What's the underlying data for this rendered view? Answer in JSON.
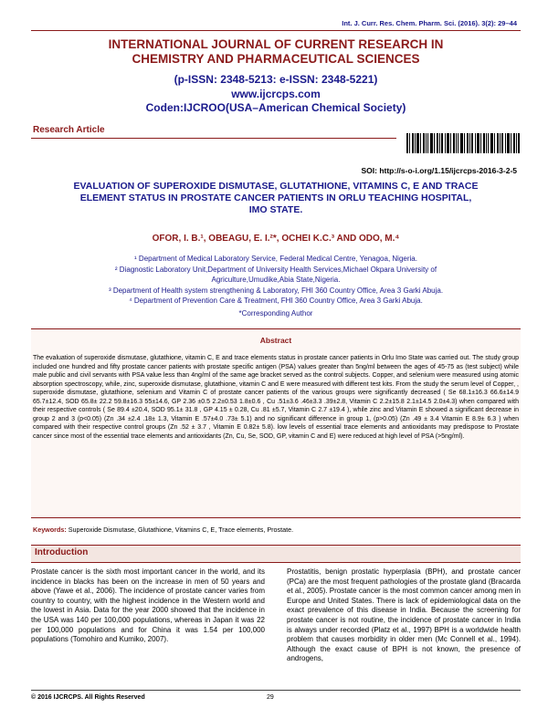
{
  "running_header": "Int. J. Curr. Res. Chem. Pharm. Sci. (2016). 3(2): 29–44",
  "journal": {
    "title_line1": "INTERNATIONAL JOURNAL OF CURRENT RESEARCH IN",
    "title_line2": "CHEMISTRY AND PHARMACEUTICAL SCIENCES",
    "issn": "(p-ISSN: 2348-5213: e-ISSN: 2348-5221)",
    "website": "www.ijcrcps.com",
    "coden": "Coden:IJCROO(USA–American Chemical Society)"
  },
  "section_tag": "Research Article",
  "soi": "SOI: http://s-o-i.org/1.15/ijcrcps-2016-3-2-5",
  "paper_title": {
    "line1": "EVALUATION OF SUPEROXIDE DISMUTASE, GLUTATHIONE, VITAMINS C, E AND TRACE",
    "line2": "ELEMENT STATUS IN PROSTATE CANCER PATIENTS IN ORLU TEACHING HOSPITAL,",
    "line3": "IMO STATE."
  },
  "authors": "OFOR, I. B.¹, OBEAGU, E. I.²*, OCHEI K.C.³ AND ODO, M.⁴",
  "affiliations": [
    "¹ Department of Medical Laboratory Service, Federal Medical Centre, Yenagoa, Nigeria.",
    "² Diagnostic Laboratory Unit,Department of University Health Services,Michael Okpara University of",
    "Agriculture,Umudike,Abia State,Nigeria.",
    "³ Department of Health system strengthening & Laboratory,  FHI 360 Country Office, Area 3 Garki Abuja.",
    "⁴ Department of Prevention Care & Treatment, FHI 360 Country Office, Area 3 Garki Abuja."
  ],
  "corresponding": "*Corresponding Author",
  "abstract": {
    "title": "Abstract",
    "text": "The evaluation of superoxide dismutase, glutathione, vitamin C, E and trace elements status in prostate cancer patients in Orlu Imo State was carried out. The study group included one hundred and fifty prostate cancer patients with prostate specific antigen (PSA) values greater than 5ng/ml between the ages of 45-75 as (test subject) while male public and civil servants with PSA value less than 4ng/ml of the same age bracket served as the control subjects. Copper, and selenium were measured using atomic absorption spectroscopy, while, zinc, superoxide dismutase, glutathione, vitamin C and E were measured with different test kits. From the study the serum level of Copper, , superoxide dismutase, glutathione, selenium  and Vitamin C of prostate cancer patients of the various groups were significantly decreased  ( Se  68.1±16.3  66.6±14.9 65.7±12.4, SOD 65.8± 22.2  59.8±16.3 55±14.6, GP  2.36 ±0.5  2.2±0.53 1.8±0.6 , Cu .51±3.6 .46±3.3  .39±2.8, Vitamin C 2.2±15.8 2.1±14.5 2.0±4.3) when compared with their respective controls ( Se 89.4 ±20.4, SOD  95.1± 31.8 , GP 4.15 ± 0.28, Cu .81 ±5.7, Vitamin C 2.7 ±19.4 ), while zinc and Vitamin E showed a significant decrease in group 2 and 3 (p<0.05)  (Zn .34 ±2.4   .18± 1.3, Vitamin E .57±4.0  .73± 5.1)   and no significant difference in group 1,  (p>0.05) (Zn .49  ± 3.4  Vitamin E 8.9± 6.3 ) when compared with their respective control groups (Zn .52  ± 3.7 , Vitamin E  0.82± 5.8).  low levels of essential trace elements and antioxidants  may predispose to Prostate cancer since most of the essential trace elements and antioxidants  (Zn, Cu, Se, SOD, GP, vitamin C and E) were reduced at high level of PSA (>5ng/ml)."
  },
  "keywords": {
    "label": "Keywords:",
    "text": " Superoxide Dismutase, Glutathione, Vitamins C, E, Trace elements, Prostate."
  },
  "intro": {
    "title": "Introduction",
    "col_left": "Prostate cancer is the sixth most important cancer in the world, and its incidence in blacks has been on the increase in men of 50 years and above (Yawe et al., 2006). The incidence of prostate cancer varies from country to country, with the highest incidence in the Western world and the lowest in Asia. Data for the year 2000 showed that the incidence in the USA was 140 per 100,000 populations, whereas in Japan it was 22 per 100,000 populations and for China it was 1.54 per 100,000 populations (Tomohiro and Kumiko, 2007).",
    "col_right": "Prostatitis, benign prostatic hyperplasia (BPH), and prostate cancer (PCa) are the most frequent pathologies of the prostate gland (Bracarda et al., 2005). Prostate cancer is the most common cancer among men in Europe and United States. There is lack of epidemiological data on the exact prevalence of this disease in India. Because the screening for prostate cancer is not routine, the incidence of prostate cancer in India is always under recorded (Platz et al., 1997) BPH is a worldwide health problem that causes morbidity in older men (Mc Connell et al., 1994). Although the exact cause of BPH is not known, the presence of androgens,"
  },
  "footer": {
    "copyright": "© 2016  IJCRCPS. All Rights Reserved",
    "page": "29"
  }
}
